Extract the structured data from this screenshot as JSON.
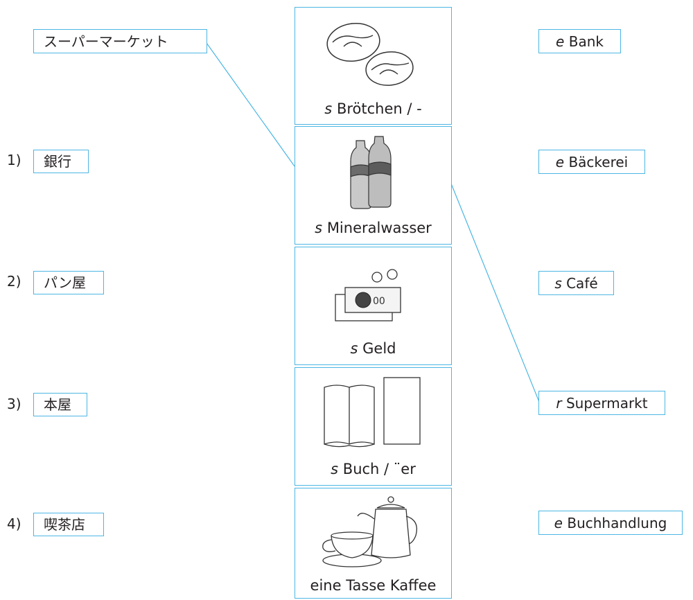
{
  "left_column": {
    "example": {
      "text": "スーパーマーケット"
    },
    "items": [
      {
        "number": "1)",
        "text": "銀行"
      },
      {
        "number": "2)",
        "text": "パン屋"
      },
      {
        "number": "3)",
        "text": "本屋"
      },
      {
        "number": "4)",
        "text": "喫茶店"
      }
    ]
  },
  "cards": [
    {
      "article": "s",
      "word": "Brötchen / -",
      "icon": "bread-rolls-icon"
    },
    {
      "article": "s",
      "word": "Mineralwasser",
      "icon": "water-bottles-icon"
    },
    {
      "article": "s",
      "word": "Geld",
      "icon": "money-icon"
    },
    {
      "article": "s",
      "word": "Buch / ¨er",
      "icon": "books-icon"
    },
    {
      "article": "",
      "word": "eine Tasse Kaffee",
      "icon": "coffee-pot-cup-icon"
    }
  ],
  "right_column": [
    {
      "article": "e",
      "word": "Bank"
    },
    {
      "article": "e",
      "word": "Bäckerei"
    },
    {
      "article": "s",
      "word": "Café"
    },
    {
      "article": "r",
      "word": "Supermarkt"
    },
    {
      "article": "e",
      "word": "Buchhandlung"
    }
  ],
  "colors": {
    "accent": "#4cb6e3",
    "text": "#231f20"
  }
}
